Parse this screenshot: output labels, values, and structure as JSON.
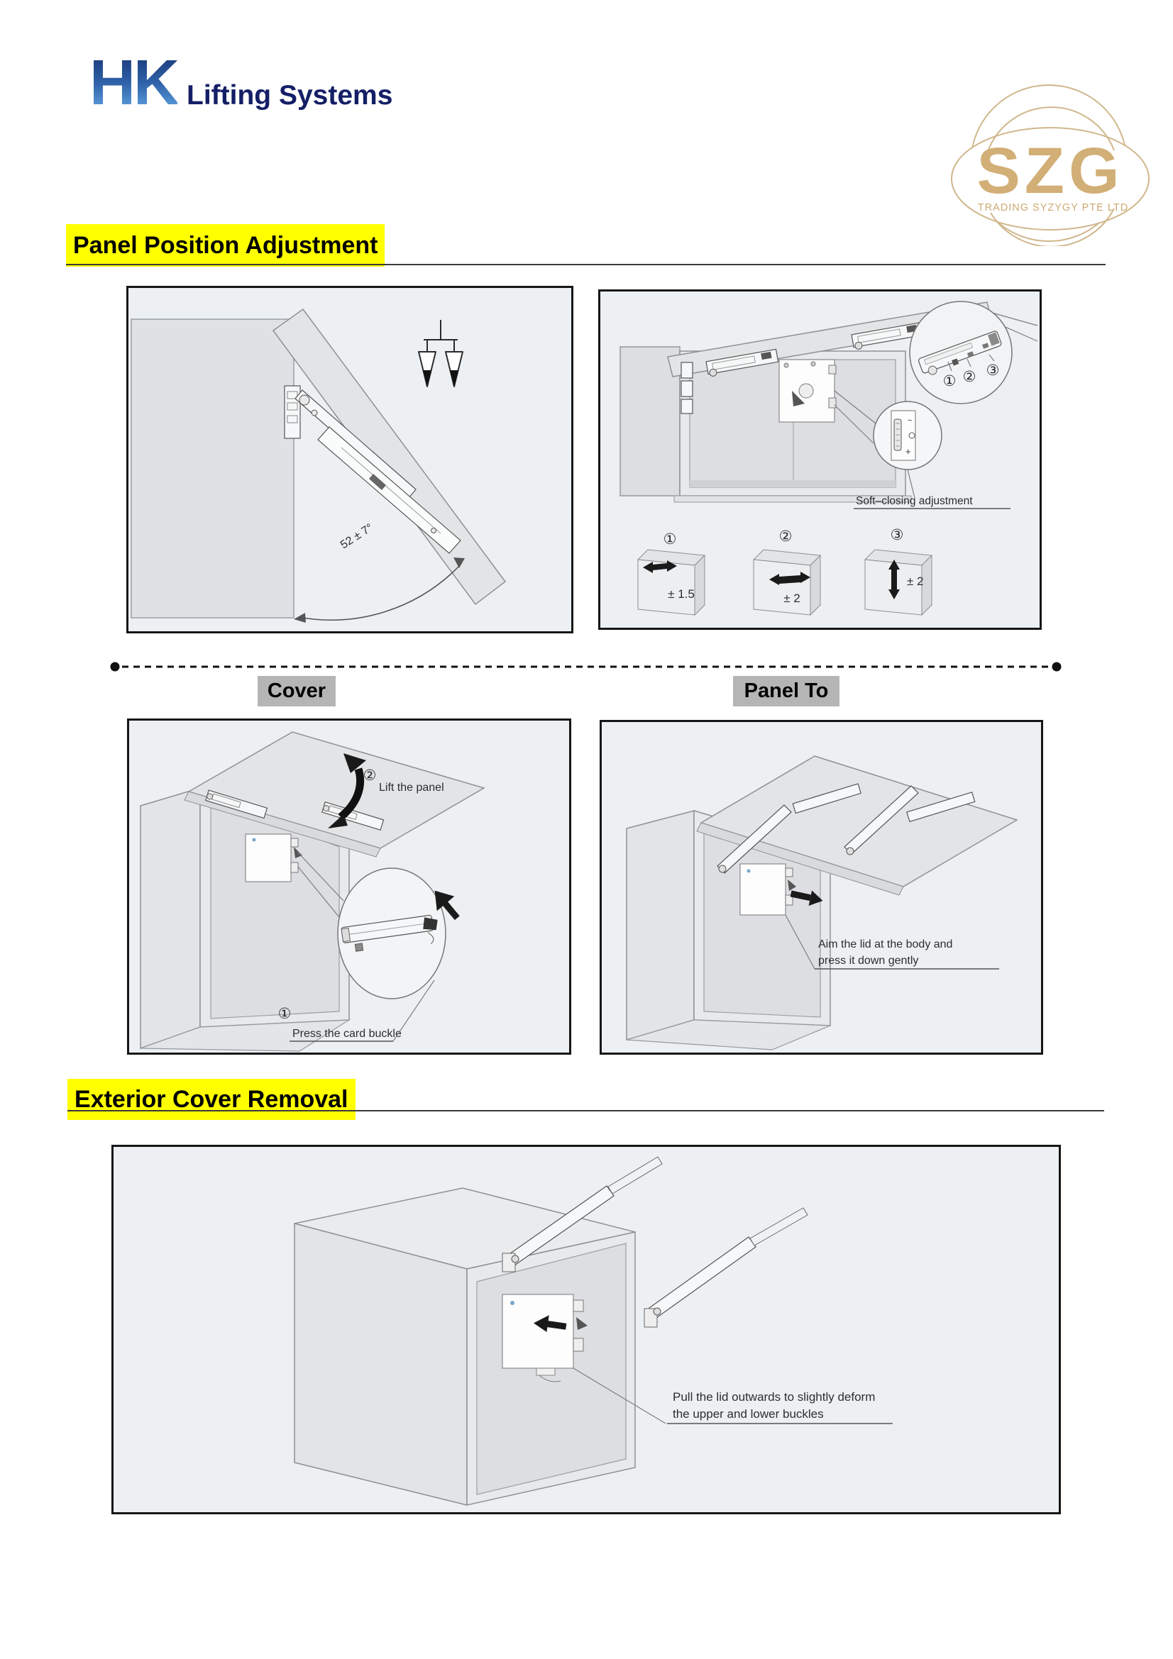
{
  "brand": {
    "hk": "HK",
    "name": "Lifting Systems"
  },
  "szg": {
    "letters": "SZG",
    "subtitle": "TRADING SYZYGY PTE LTD"
  },
  "headings": {
    "panel": "Panel Position Adjustment",
    "exterior": "Exterior Cover Removal"
  },
  "labels": {
    "cover": "Cover",
    "panel_to": "Panel To"
  },
  "d1": {
    "angle": "52 ± 7°"
  },
  "d2": {
    "soft": "Soft–closing adjustment",
    "n1": "①",
    "n2": "②",
    "n3": "③",
    "box1_num": "①",
    "box1_val": "± 1.5",
    "box2_num": "②",
    "box2_val": "± 2",
    "box3_num": "③",
    "box3_val": "± 2"
  },
  "d3": {
    "step2_num": "②",
    "step2": "Lift the panel",
    "step1_num": "①",
    "step1": "Press the card buckle"
  },
  "d4": {
    "line1": "Aim the lid at the body and",
    "line2": "press it down gently"
  },
  "d5": {
    "line1": "Pull the lid outwards to slightly deform",
    "line2": "the upper and lower buckles"
  },
  "colors": {
    "highlight": "#ffff00",
    "brand_navy": "#141f66",
    "brand_blue": "#2f62a8",
    "gold": "#c9a366",
    "diagram_bg": "#edf0f3"
  }
}
